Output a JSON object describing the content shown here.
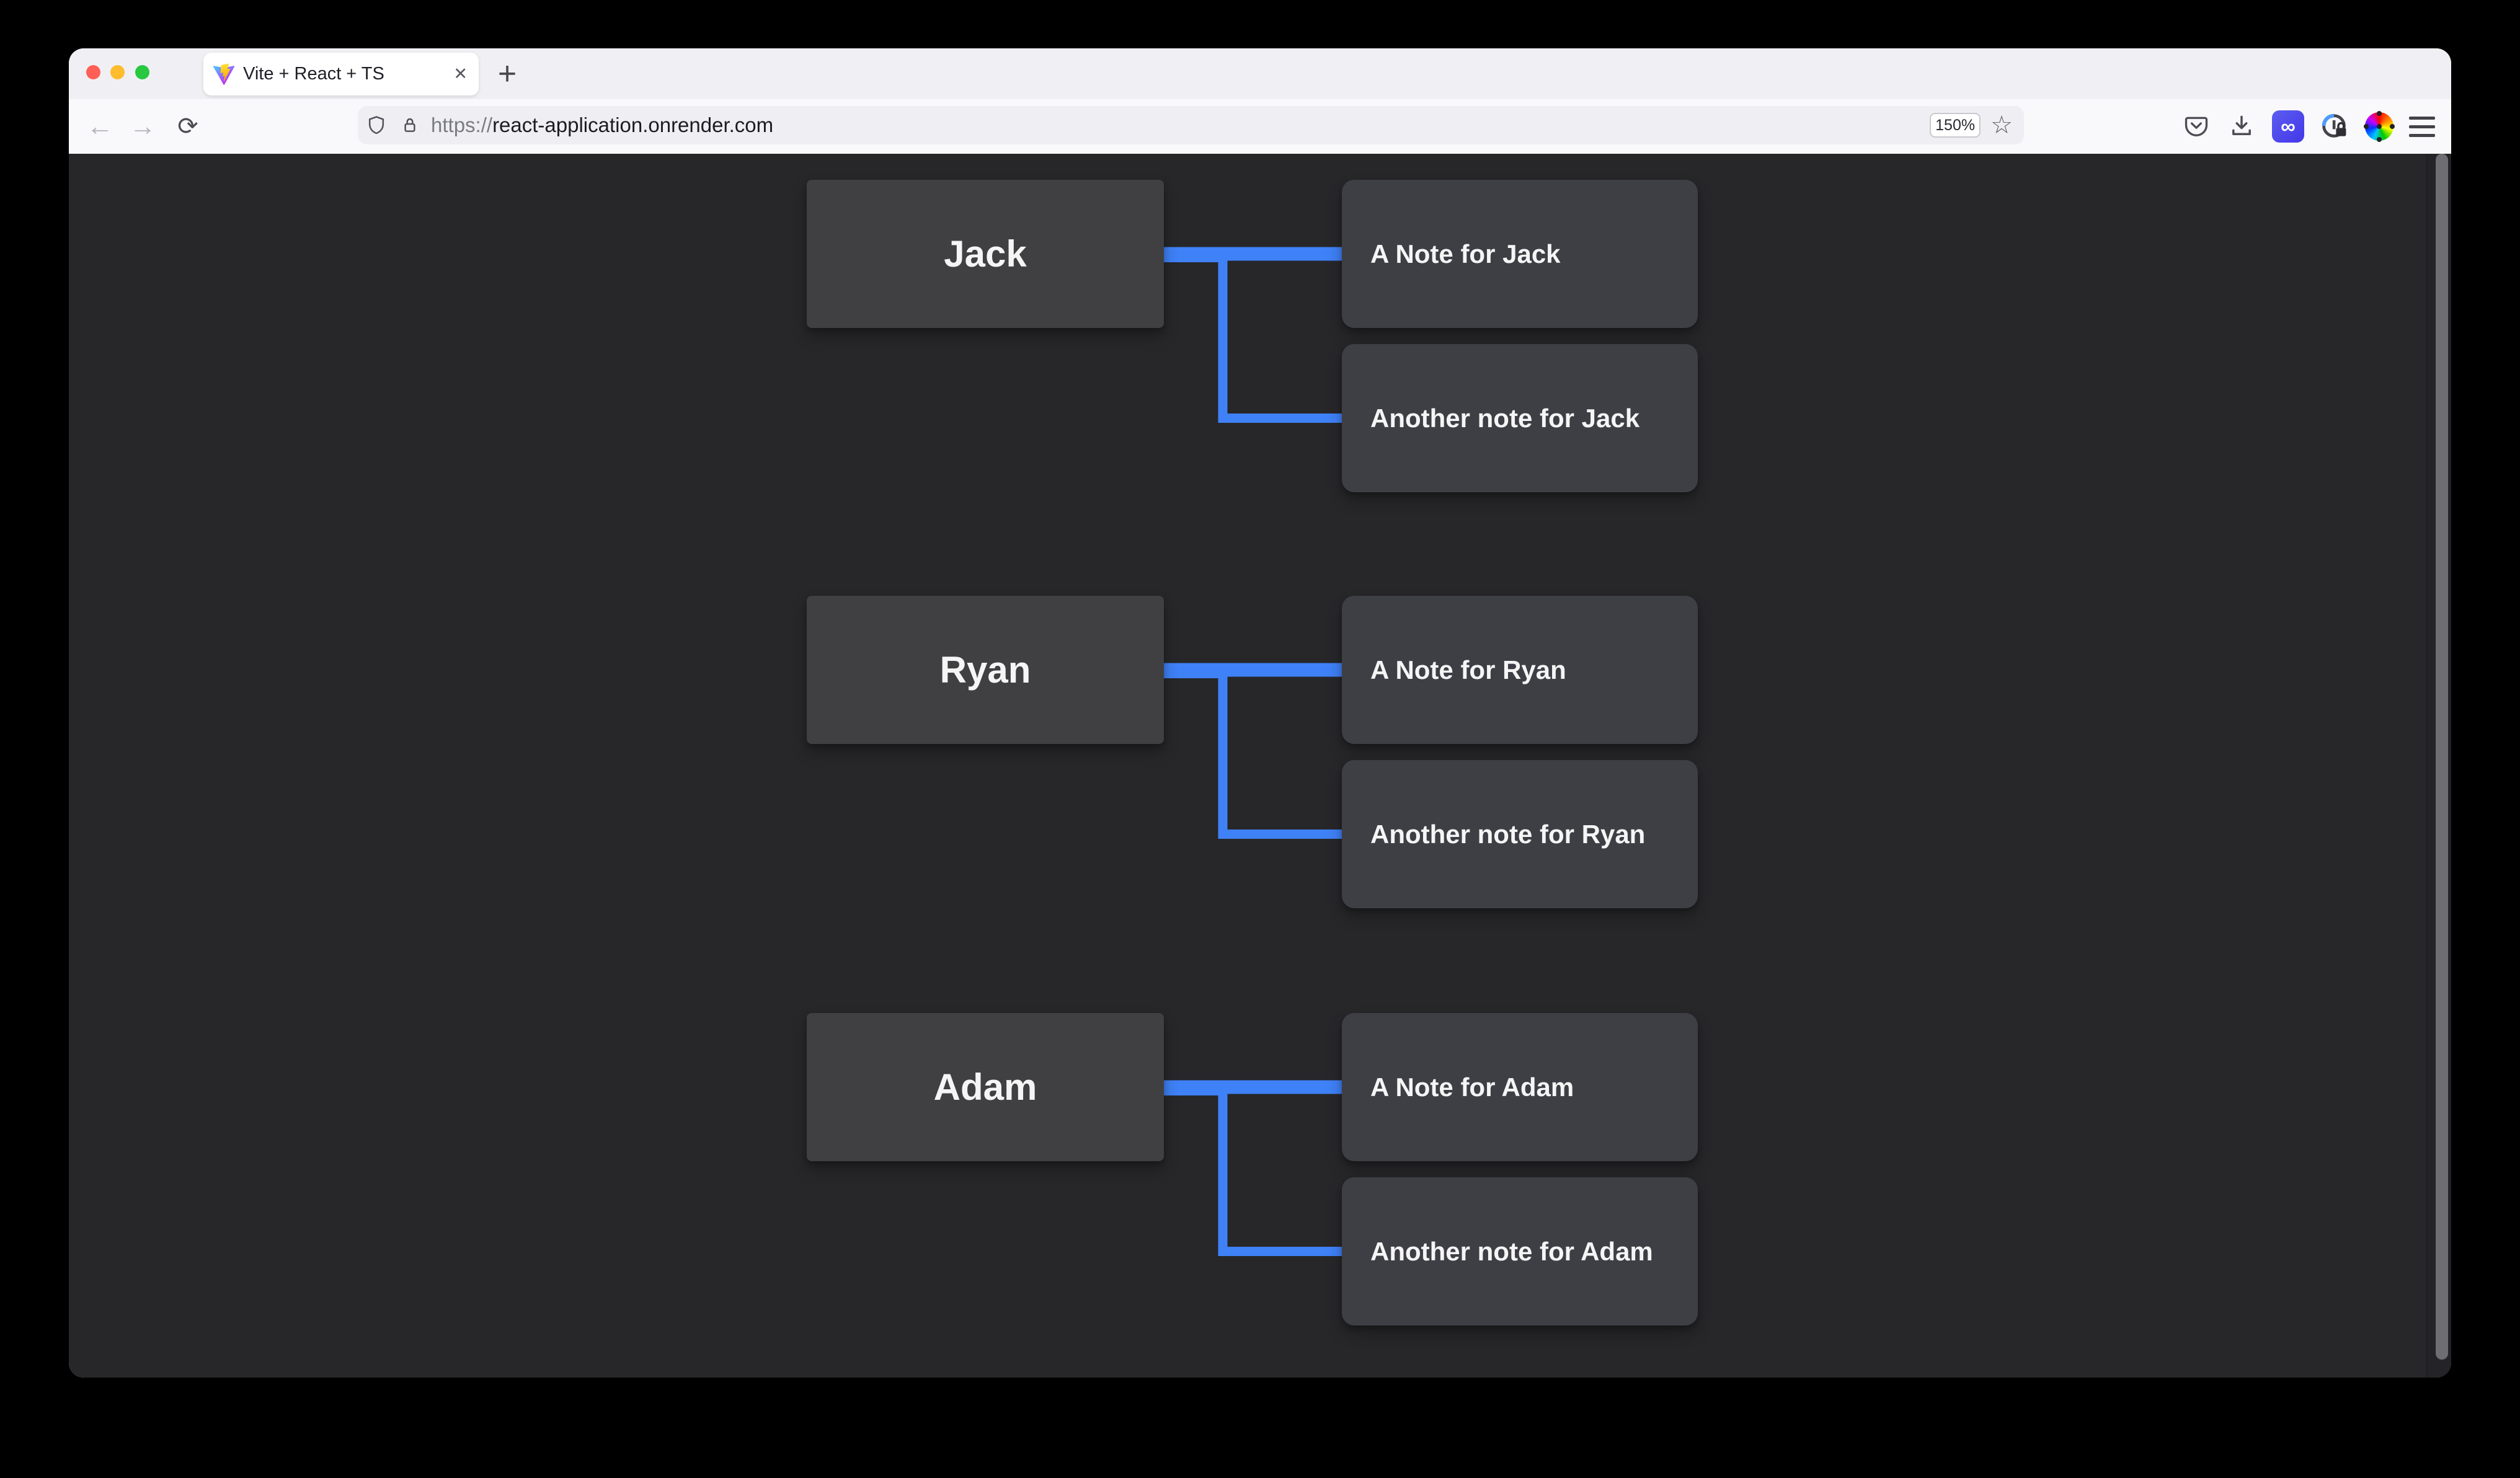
{
  "browser": {
    "tab": {
      "title": "Vite + React + TS",
      "close_glyph": "✕"
    },
    "new_tab_glyph": "+",
    "toolbar": {
      "back_glyph": "←",
      "forward_glyph": "→",
      "reload_glyph": "⟳",
      "url_scheme": "https://",
      "url_host": "react-application.onrender.com",
      "zoom_badge": "150%",
      "star_glyph": "☆",
      "infinity_ext_glyph": "∞"
    }
  },
  "page": {
    "people": [
      {
        "name": "Jack",
        "notes": [
          "A Note for Jack",
          "Another note for Jack"
        ]
      },
      {
        "name": "Ryan",
        "notes": [
          "A Note for Ryan",
          "Another note for Ryan"
        ]
      },
      {
        "name": "Adam",
        "notes": [
          "A Note for Adam",
          "Another note for Adam"
        ]
      }
    ]
  },
  "colors": {
    "accent_blue": "#3f81f7",
    "content_bg": "#27272a",
    "person_box": "#404042",
    "note_box": "#3e3f45",
    "tabbar_bg": "#f0f0f4",
    "toolbar_bg": "#f9f9fb"
  }
}
